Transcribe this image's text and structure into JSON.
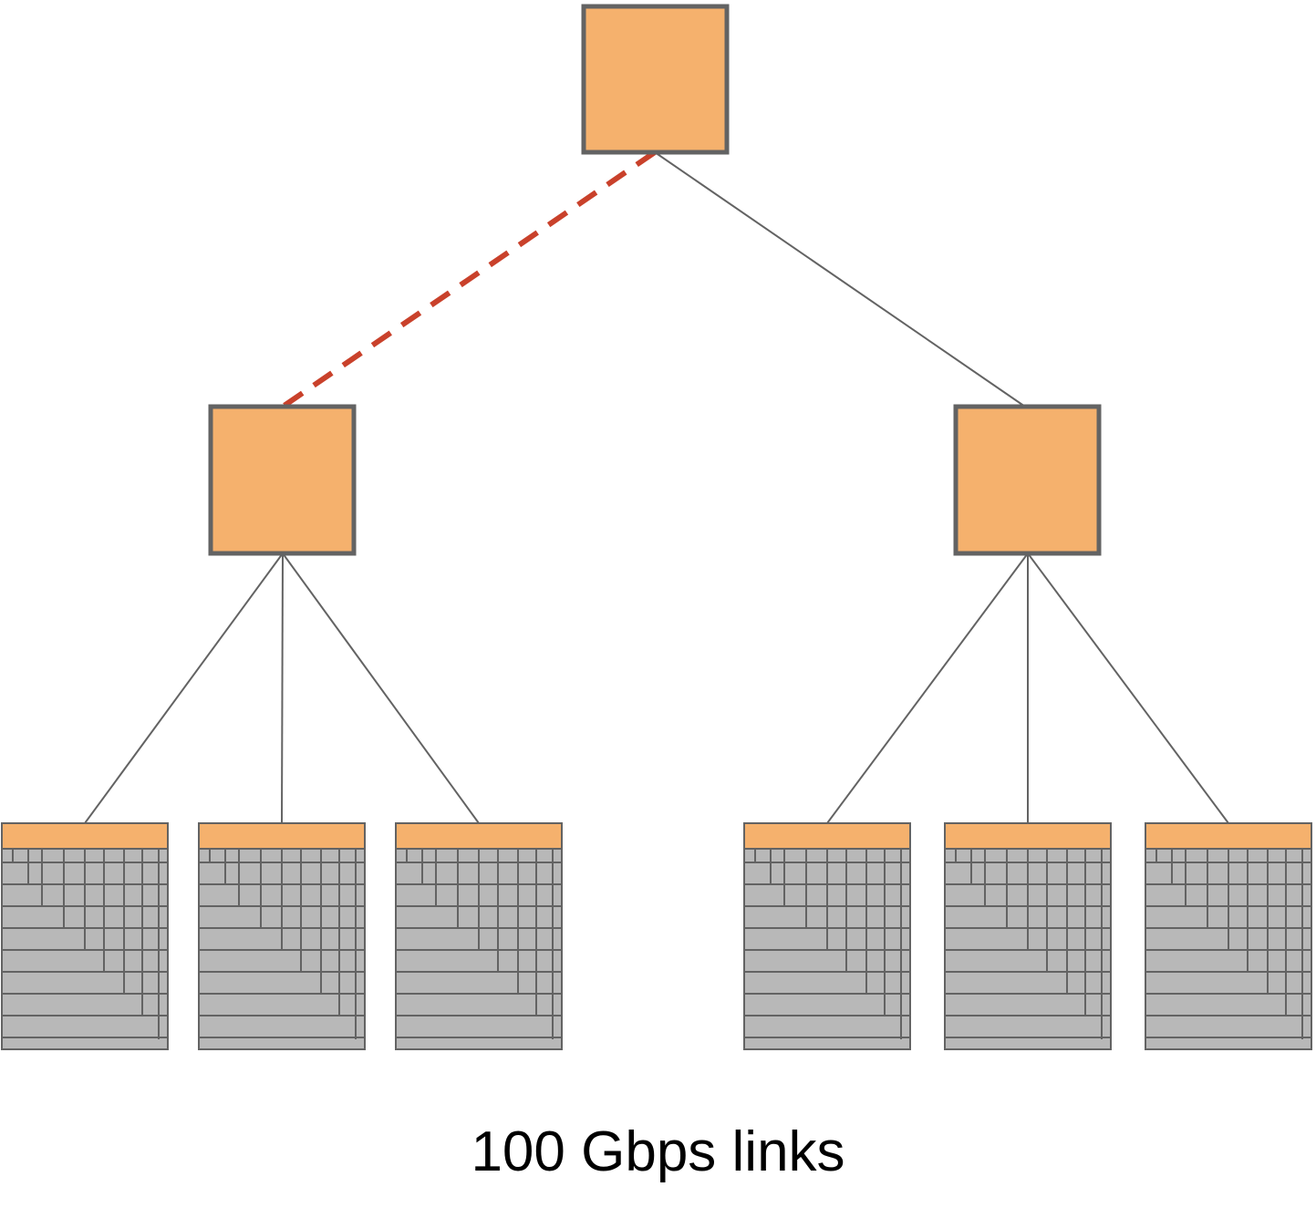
{
  "caption": "100 Gbps links",
  "colors": {
    "switch_fill": "#f5b16d",
    "switch_border": "#636363",
    "link": "#636363",
    "failed_link": "#c9412b",
    "rack_body": "#b8b8b8",
    "rack_lines": "#636363",
    "background": "#ffffff"
  },
  "nodes": {
    "core_switch": {
      "type": "switch"
    },
    "aggregation_switches": [
      {
        "type": "switch",
        "side": "left"
      },
      {
        "type": "switch",
        "side": "right"
      }
    ],
    "racks": [
      {
        "type": "rack",
        "parent": "left"
      },
      {
        "type": "rack",
        "parent": "left"
      },
      {
        "type": "rack",
        "parent": "left"
      },
      {
        "type": "rack",
        "parent": "right"
      },
      {
        "type": "rack",
        "parent": "right"
      },
      {
        "type": "rack",
        "parent": "right"
      }
    ]
  },
  "links": [
    {
      "from": "core_switch",
      "to": "aggregation_left",
      "status": "failed",
      "style": "dashed"
    },
    {
      "from": "core_switch",
      "to": "aggregation_right",
      "status": "ok",
      "style": "solid"
    }
  ]
}
